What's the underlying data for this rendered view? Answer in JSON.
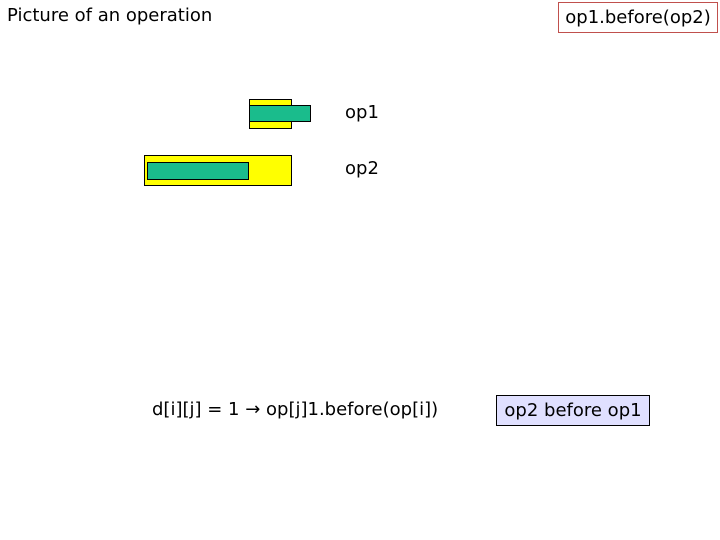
{
  "title": "Picture of an operation",
  "relation_tag": "op1.before(op2)",
  "operations": [
    {
      "label": "op1"
    },
    {
      "label": "op2"
    }
  ],
  "formula": "d[i][j] = 1 → op[j]1.before(op[i])",
  "result": "op2 before op1",
  "colors": {
    "interval_outer": "#ffff00",
    "interval_inner": "#1abc8c",
    "tag_border": "#c0504d",
    "result_fill": "#e0e0ff"
  }
}
